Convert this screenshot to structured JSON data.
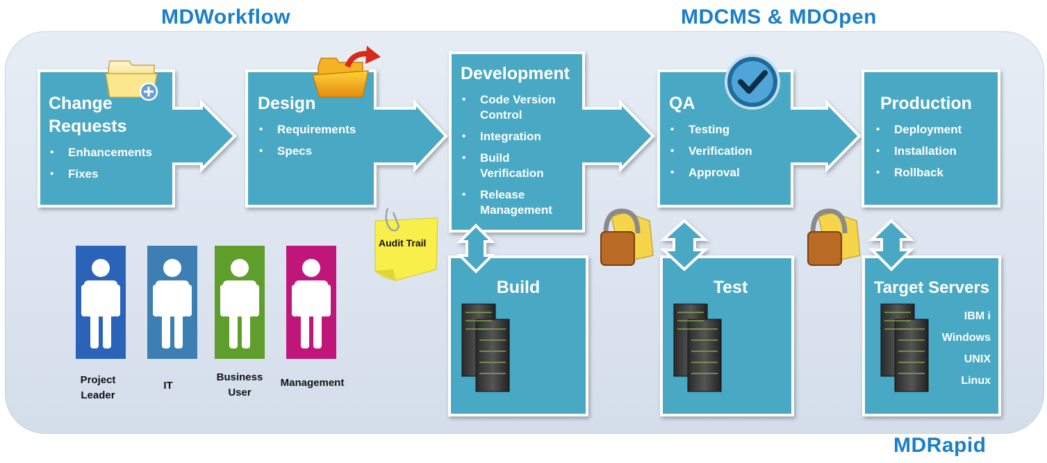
{
  "titles": {
    "workflow": "MDWorkflow",
    "cms": "MDCMS & MDOpen",
    "rapid": "MDRapid"
  },
  "stages": {
    "change_requests": {
      "heading": "Change Requests",
      "items": [
        "Enhancements",
        "Fixes"
      ]
    },
    "design": {
      "heading": "Design",
      "items": [
        "Requirements",
        "Specs"
      ]
    },
    "development": {
      "heading": "Development",
      "items": [
        "Code Version Control",
        "Integration",
        "Build Verification",
        "Release Management"
      ]
    },
    "qa": {
      "heading": "QA",
      "items": [
        "Testing",
        "Verification",
        "Approval"
      ]
    },
    "production": {
      "heading": "Production",
      "items": [
        "Deployment",
        "Installation",
        "Rollback"
      ]
    }
  },
  "environments": {
    "build": {
      "heading": "Build"
    },
    "test": {
      "heading": "Test"
    },
    "target_servers": {
      "heading": "Target Servers",
      "platforms": [
        "IBM i",
        "Windows",
        "UNIX",
        "Linux"
      ]
    }
  },
  "audit_note": {
    "label": "Audit Trail"
  },
  "roles": [
    {
      "label": "Project Leader",
      "color": "#2b63b8"
    },
    {
      "label": "IT",
      "color": "#3d7fb3"
    },
    {
      "label": "Business User",
      "color": "#5f9e2b"
    },
    {
      "label": "Management",
      "color": "#c0167a"
    }
  ],
  "colors": {
    "title_blue": "#1a7fc9",
    "box_teal": "#4aa8c3",
    "panel": "#dde6f0"
  },
  "icons": [
    "folder-plus-icon",
    "open-folder-icon",
    "checkmark-badge-icon",
    "padlock-folder-icon",
    "server-rack-icon",
    "person-icon",
    "sticky-note-icon"
  ]
}
